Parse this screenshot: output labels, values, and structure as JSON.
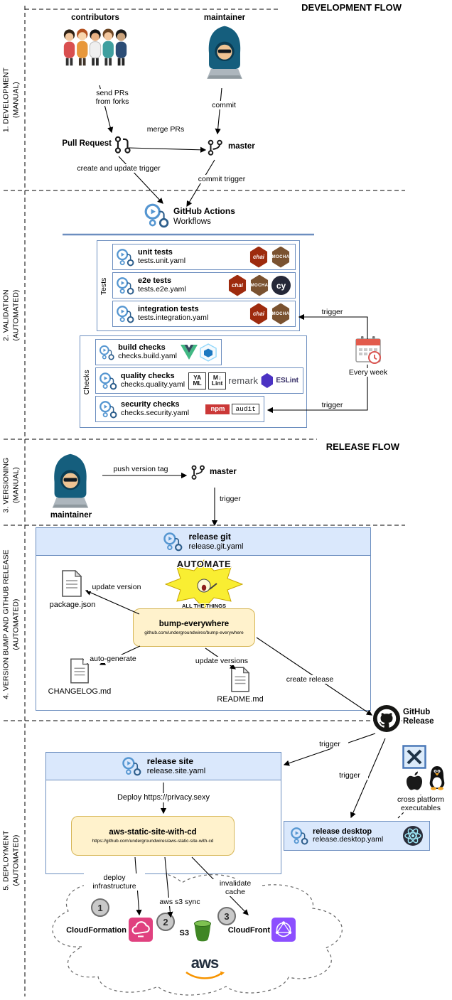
{
  "colors": {
    "diagram_blue_border": "#6c8ebf",
    "diagram_blue_fill": "#dae8fc",
    "diagram_yellow_fill": "#fff2cc",
    "diagram_yellow_border": "#d6b656",
    "github_actions_blue": "#5596d1",
    "eslint_purple": "#4b32c3",
    "npm_red": "#cb3837",
    "cloudformation_pink": "#e0417f",
    "s3_green": "#3f8624",
    "cloudfront_purple": "#8c4fff",
    "aws_orange": "#f79400"
  },
  "flow_titles": {
    "development": "DEVELOPMENT FLOW",
    "release": "RELEASE FLOW"
  },
  "side_labels": {
    "s1": "1. DEVELOPMENT\n(MANUAL)",
    "s2": "2. VALIDATION\n(AUTOMATED)",
    "s3": "3. VERSIONING\n(MANUAL)",
    "s4": "4. VERSION BUMP AND GITHUB RELEASE\n(AUTOMATED)",
    "s5": "5. DEPLOYMENT\n(AUTOMATED)"
  },
  "development": {
    "contributors": "contributors",
    "maintainer": "maintainer",
    "send_prs": "send PRs\nfrom forks",
    "commit": "commit",
    "pull_request": "Pull Request",
    "merge_prs": "merge PRs",
    "master": "master",
    "create_update_trigger": "create and update trigger",
    "commit_trigger": "commit trigger"
  },
  "validation": {
    "gha_title": "GitHub Actions",
    "gha_subtitle": "Workflows",
    "tests_label": "Tests",
    "tests": [
      {
        "title": "unit tests",
        "file": "tests.unit.yaml"
      },
      {
        "title": "e2e tests",
        "file": "tests.e2e.yaml"
      },
      {
        "title": "integration tests",
        "file": "tests.integration.yaml"
      }
    ],
    "checks_label": "Checks",
    "checks": [
      {
        "title": "build checks",
        "file": "checks.build.yaml"
      },
      {
        "title": "quality checks",
        "file": "checks.quality.yaml"
      },
      {
        "title": "security checks",
        "file": "checks.security.yaml"
      }
    ],
    "trigger_tests": "trigger",
    "trigger_checks": "trigger",
    "every_week": "Every week",
    "icon_labels": {
      "chai": "chai",
      "mocha": "MOCHA",
      "cypress": "cy",
      "yaml": "YA\nML",
      "mdlint": "M↓\nLint",
      "remark": "remark",
      "eslint": "ESLint",
      "npm": "npm",
      "audit": "audit"
    }
  },
  "versioning": {
    "maintainer": "maintainer",
    "push_version_tag": "push version tag",
    "master": "master",
    "trigger": "trigger"
  },
  "version_bump": {
    "workflow_title": "release git",
    "workflow_file": "release.git.yaml",
    "meme_top": "AUTOMATE",
    "meme_bottom": "ALL THE THINGS",
    "update_version": "update version",
    "package_json": "package.json",
    "bump_title": "bump-everywhere",
    "bump_subtitle": "github.com/undergroundwires/bump-everywhere",
    "auto_generate": "auto-generate",
    "changelog": "CHANGELOG.md",
    "update_versions": "update versions",
    "readme": "README.md",
    "create_release": "create release",
    "github_release": "GitHub\nRelease"
  },
  "deployment": {
    "trigger_site": "trigger",
    "trigger_desktop": "trigger",
    "site_title": "release site",
    "site_file": "release.site.yaml",
    "deploy_url": "Deploy https://privacy.sexy",
    "aws_cd_title": "aws-static-site-with-cd",
    "aws_cd_subtitle": "https://github.com/undergroundwires/aws-static-site-with-cd",
    "desktop_title": "release desktop",
    "desktop_file": "release.desktop.yaml",
    "cross_platform": "cross platform\nexecutables",
    "deploy_infrastructure": "deploy\ninfrastructure",
    "aws_s3_sync": "aws s3 sync",
    "invalidate_cache": "invalidate\ncache",
    "step1": "1",
    "step2": "2",
    "step3": "3",
    "cloudformation": "CloudFormation",
    "s3": "S3",
    "cloudfront": "CloudFront",
    "aws": "aws"
  }
}
